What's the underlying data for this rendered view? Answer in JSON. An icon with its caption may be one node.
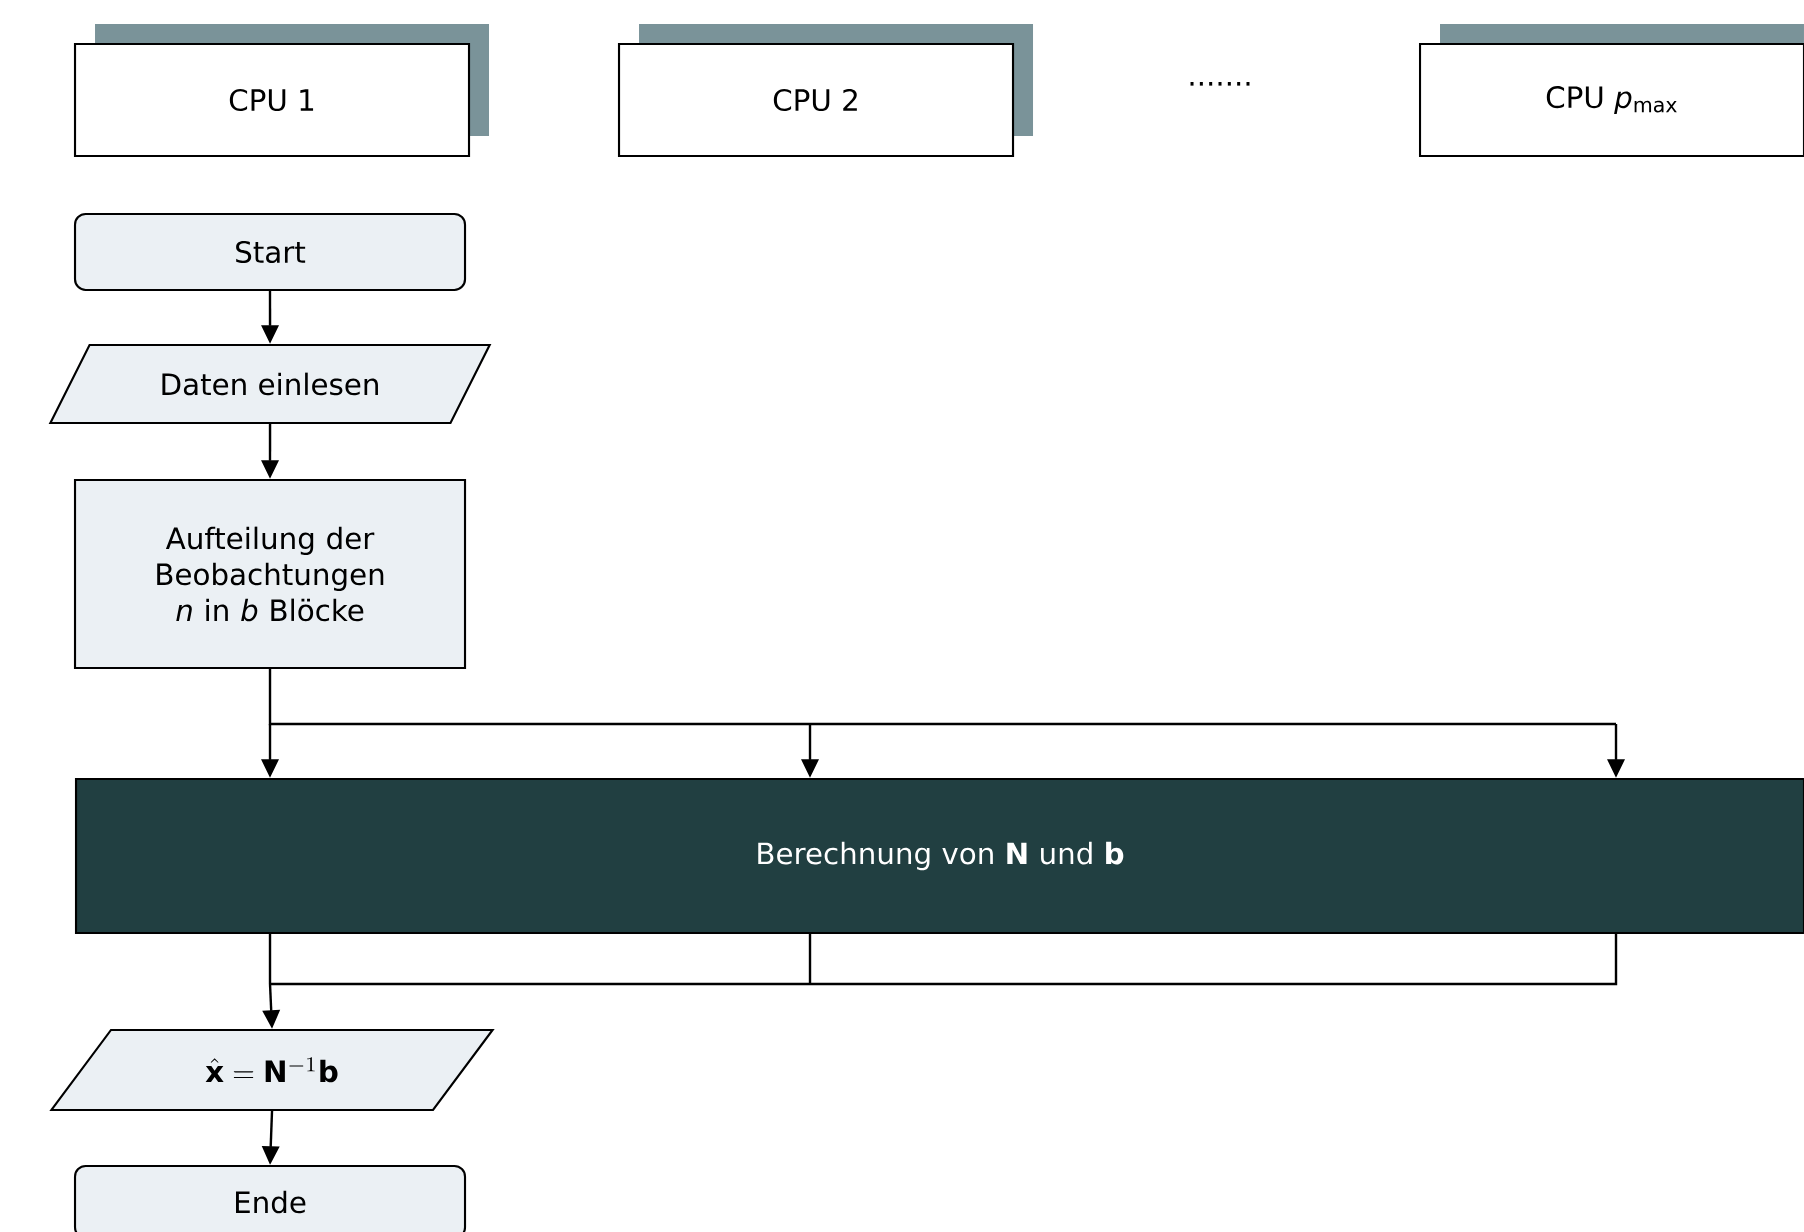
{
  "diagram": {
    "nodes": [
      {
        "text": [
          "CPU 1"
        ]
      },
      {
        "text": [
          "CPU 2"
        ]
      },
      {
        "text": [
          "CPU *p*$_{max}$"
        ]
      },
      {
        "text": [
          "Start"
        ]
      },
      {
        "text": [
          "Daten einlesen"
        ]
      },
      {
        "text": [
          "Aufteilung der Beobachtungen *n* in *b* Blöcke"
        ]
      },
      {
        "text": [
          "Berechnung von **N** und **b**"
        ]
      },
      {
        "text": [
          "\\hat{\\mathbf{x}} = \\mathbf{N}^{-1}\\mathbf{b}"
        ]
      },
      {
        "text": [
          "Ende"
        ]
      }
    ],
    "edges": [
      {
        "from": 3,
        "to": 4,
        "arrow": "to"
      },
      {
        "from": 4,
        "to": 5,
        "arrow": "to"
      },
      {
        "from": 5,
        "to": 6,
        "arrow": "to"
      },
      {
        "from": 6,
        "to": 7,
        "arrow": "to"
      },
      {
        "from": 7,
        "to": 8,
        "arrow": "to"
      }
    ],
    "labels": [
      "·······"
    ]
  }
}
